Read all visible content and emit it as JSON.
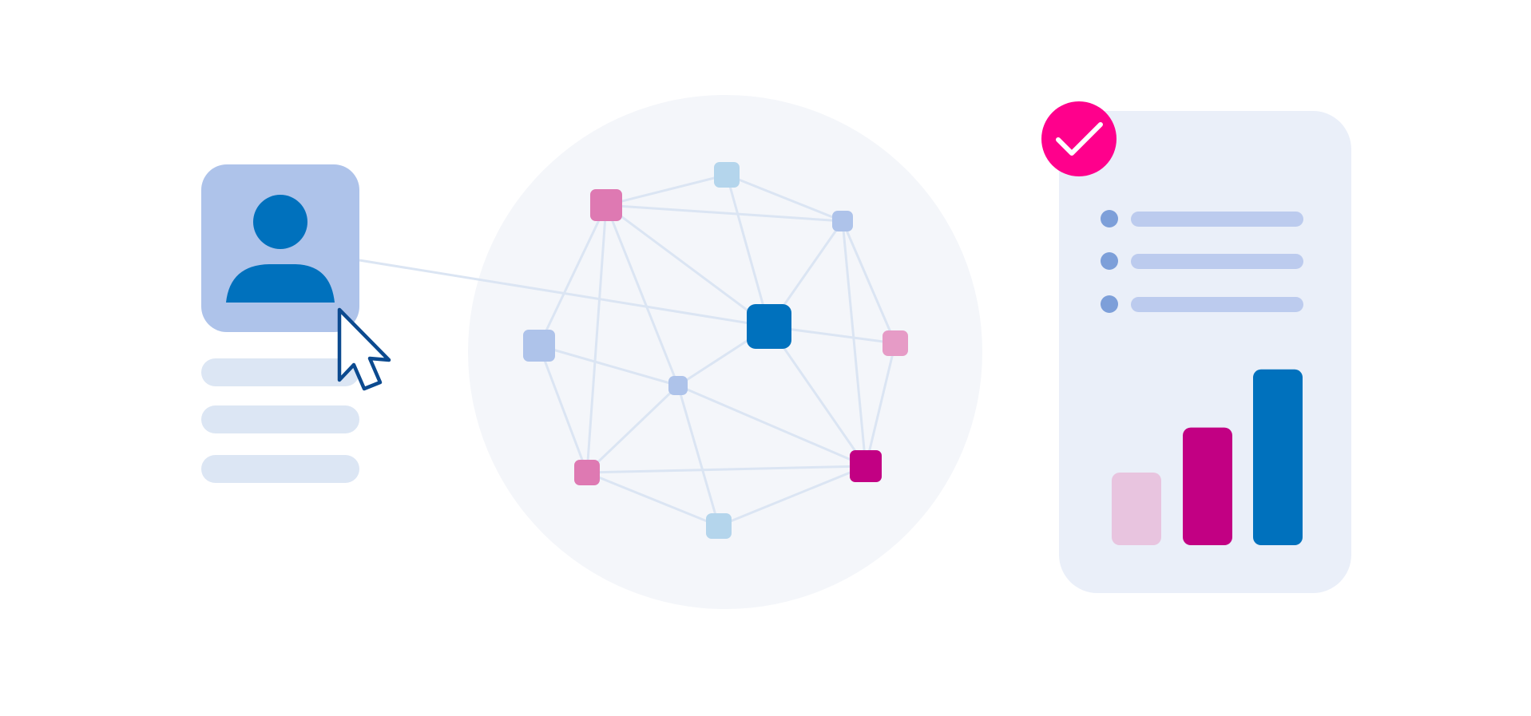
{
  "colors": {
    "background": "#ffffff",
    "profile_card": "#aec3ea",
    "profile_figure": "#0071bd",
    "placeholder_bar": "#dce6f4",
    "network_disc": "#f4f6fa",
    "edge": "#dbe5f3",
    "cursor_fill": "#ffffff",
    "cursor_stroke": "#0c4a8f",
    "report_card": "#eaeff9",
    "report_line": "#bccbee",
    "report_dot": "#7d9fd9",
    "check_badge": "#ff008c",
    "check_mark": "#ffffff",
    "bar_light": "#e8c4df",
    "bar_magenta": "#c20083",
    "bar_blue": "#0071bd"
  },
  "icons": {
    "user": "user-icon",
    "cursor": "cursor-pointer-icon",
    "check": "check-icon"
  },
  "profile": {
    "detail_rows": 3
  },
  "network": {
    "nodes": [
      {
        "id": "n1",
        "tone": "pink"
      },
      {
        "id": "n2",
        "tone": "sky"
      },
      {
        "id": "n3",
        "tone": "periwinkle"
      },
      {
        "id": "n4",
        "tone": "periwinkle"
      },
      {
        "id": "n5",
        "tone": "blue"
      },
      {
        "id": "n6",
        "tone": "pink-light"
      },
      {
        "id": "n7",
        "tone": "periwinkle"
      },
      {
        "id": "n8",
        "tone": "pink"
      },
      {
        "id": "n9",
        "tone": "magenta"
      },
      {
        "id": "n10",
        "tone": "sky"
      }
    ],
    "edges": [
      [
        "n1",
        "n2"
      ],
      [
        "n2",
        "n3"
      ],
      [
        "n1",
        "n3"
      ],
      [
        "n1",
        "n4"
      ],
      [
        "n1",
        "n5"
      ],
      [
        "n1",
        "n7"
      ],
      [
        "n1",
        "n8"
      ],
      [
        "n2",
        "n5"
      ],
      [
        "n3",
        "n5"
      ],
      [
        "n3",
        "n6"
      ],
      [
        "n3",
        "n9"
      ],
      [
        "n4",
        "n7"
      ],
      [
        "n4",
        "n8"
      ],
      [
        "n5",
        "n6"
      ],
      [
        "n5",
        "n7"
      ],
      [
        "n5",
        "n9"
      ],
      [
        "n6",
        "n9"
      ],
      [
        "n7",
        "n8"
      ],
      [
        "n7",
        "n9"
      ],
      [
        "n7",
        "n10"
      ],
      [
        "n8",
        "n9"
      ],
      [
        "n8",
        "n10"
      ],
      [
        "n9",
        "n10"
      ],
      [
        "profile",
        "n5"
      ]
    ],
    "tone_colors": {
      "pink": "#de79b2",
      "pink-light": "#e69bc6",
      "sky": "#b4d5ec",
      "periwinkle": "#aec3ea",
      "blue": "#0071bd",
      "magenta": "#c20083"
    }
  },
  "report": {
    "list_rows": 3,
    "bars": [
      {
        "id": "bar-1",
        "value": 1,
        "tone": "bar_light"
      },
      {
        "id": "bar-2",
        "value": 1.62,
        "tone": "bar_magenta"
      },
      {
        "id": "bar-3",
        "value": 2.42,
        "tone": "bar_blue"
      }
    ]
  }
}
